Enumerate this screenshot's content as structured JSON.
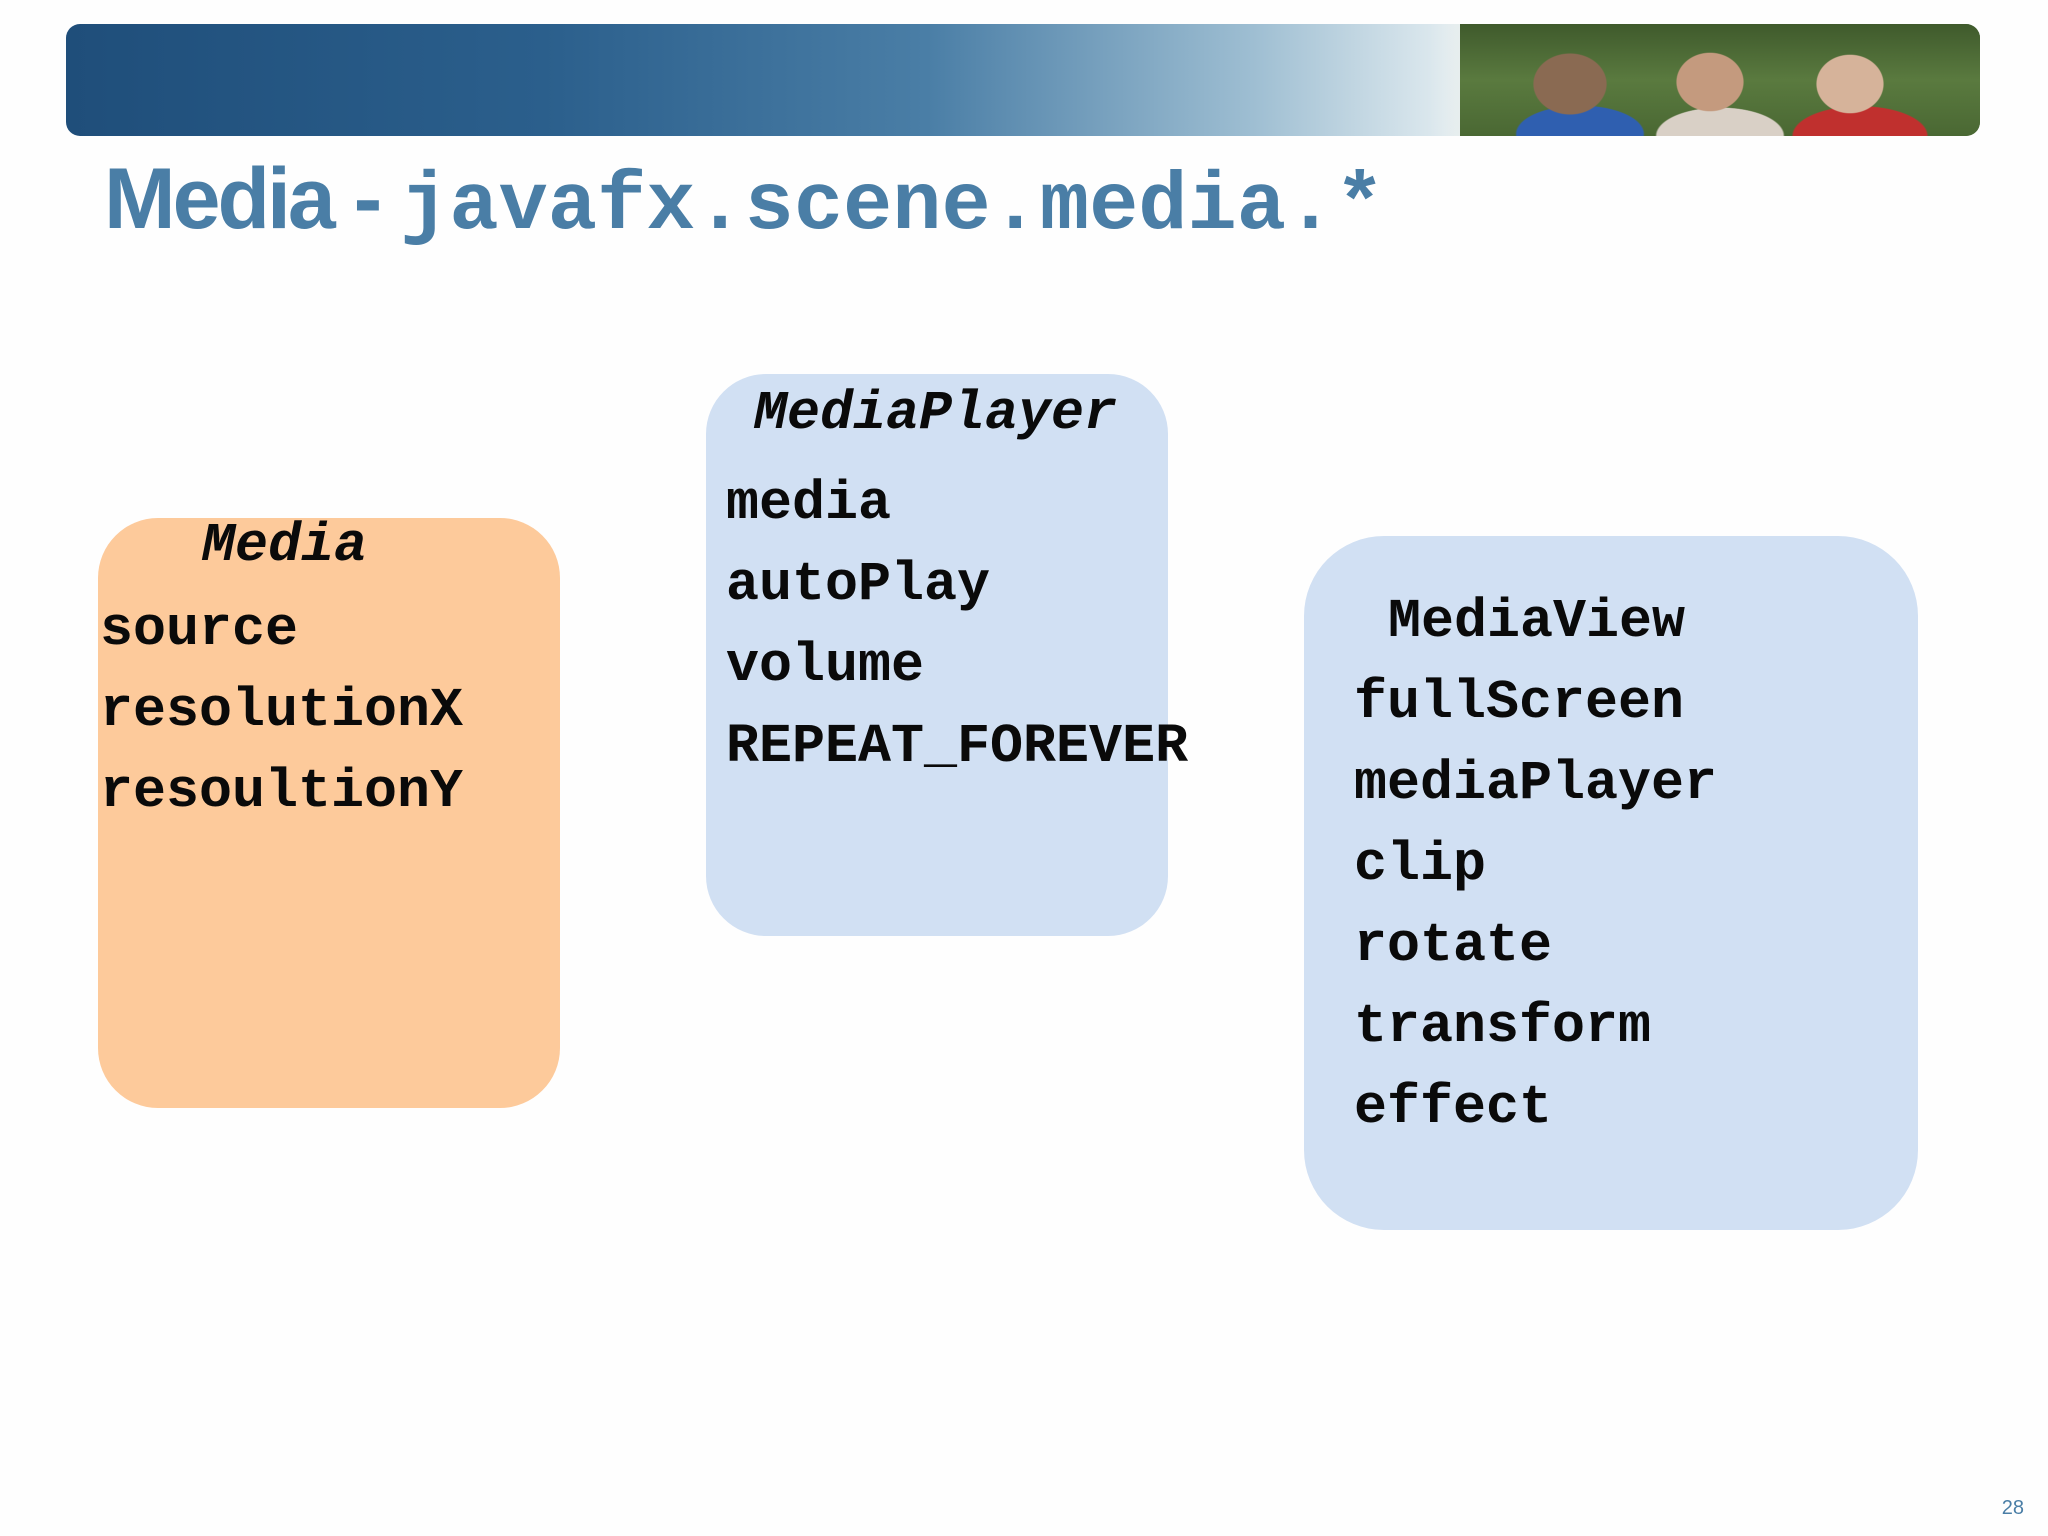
{
  "title": {
    "prefix": "Media - ",
    "package": "javafx.scene.media.*"
  },
  "media_box": {
    "heading": "Media",
    "items": [
      "source",
      "resolutionX",
      "resoultionY"
    ]
  },
  "mediaplayer_box": {
    "heading": "MediaPlayer",
    "items": [
      "media",
      "autoPlay",
      "volume",
      "REPEAT_FOREVER"
    ]
  },
  "mediaview_box": {
    "heading": "MediaView",
    "items": [
      "fullScreen",
      "mediaPlayer",
      "clip",
      "rotate",
      "transform",
      "effect"
    ]
  },
  "page_number": "28",
  "colors": {
    "title": "#4a7ea6",
    "media_box": "#fdca9b",
    "blue_box": "#d1e0f3"
  }
}
